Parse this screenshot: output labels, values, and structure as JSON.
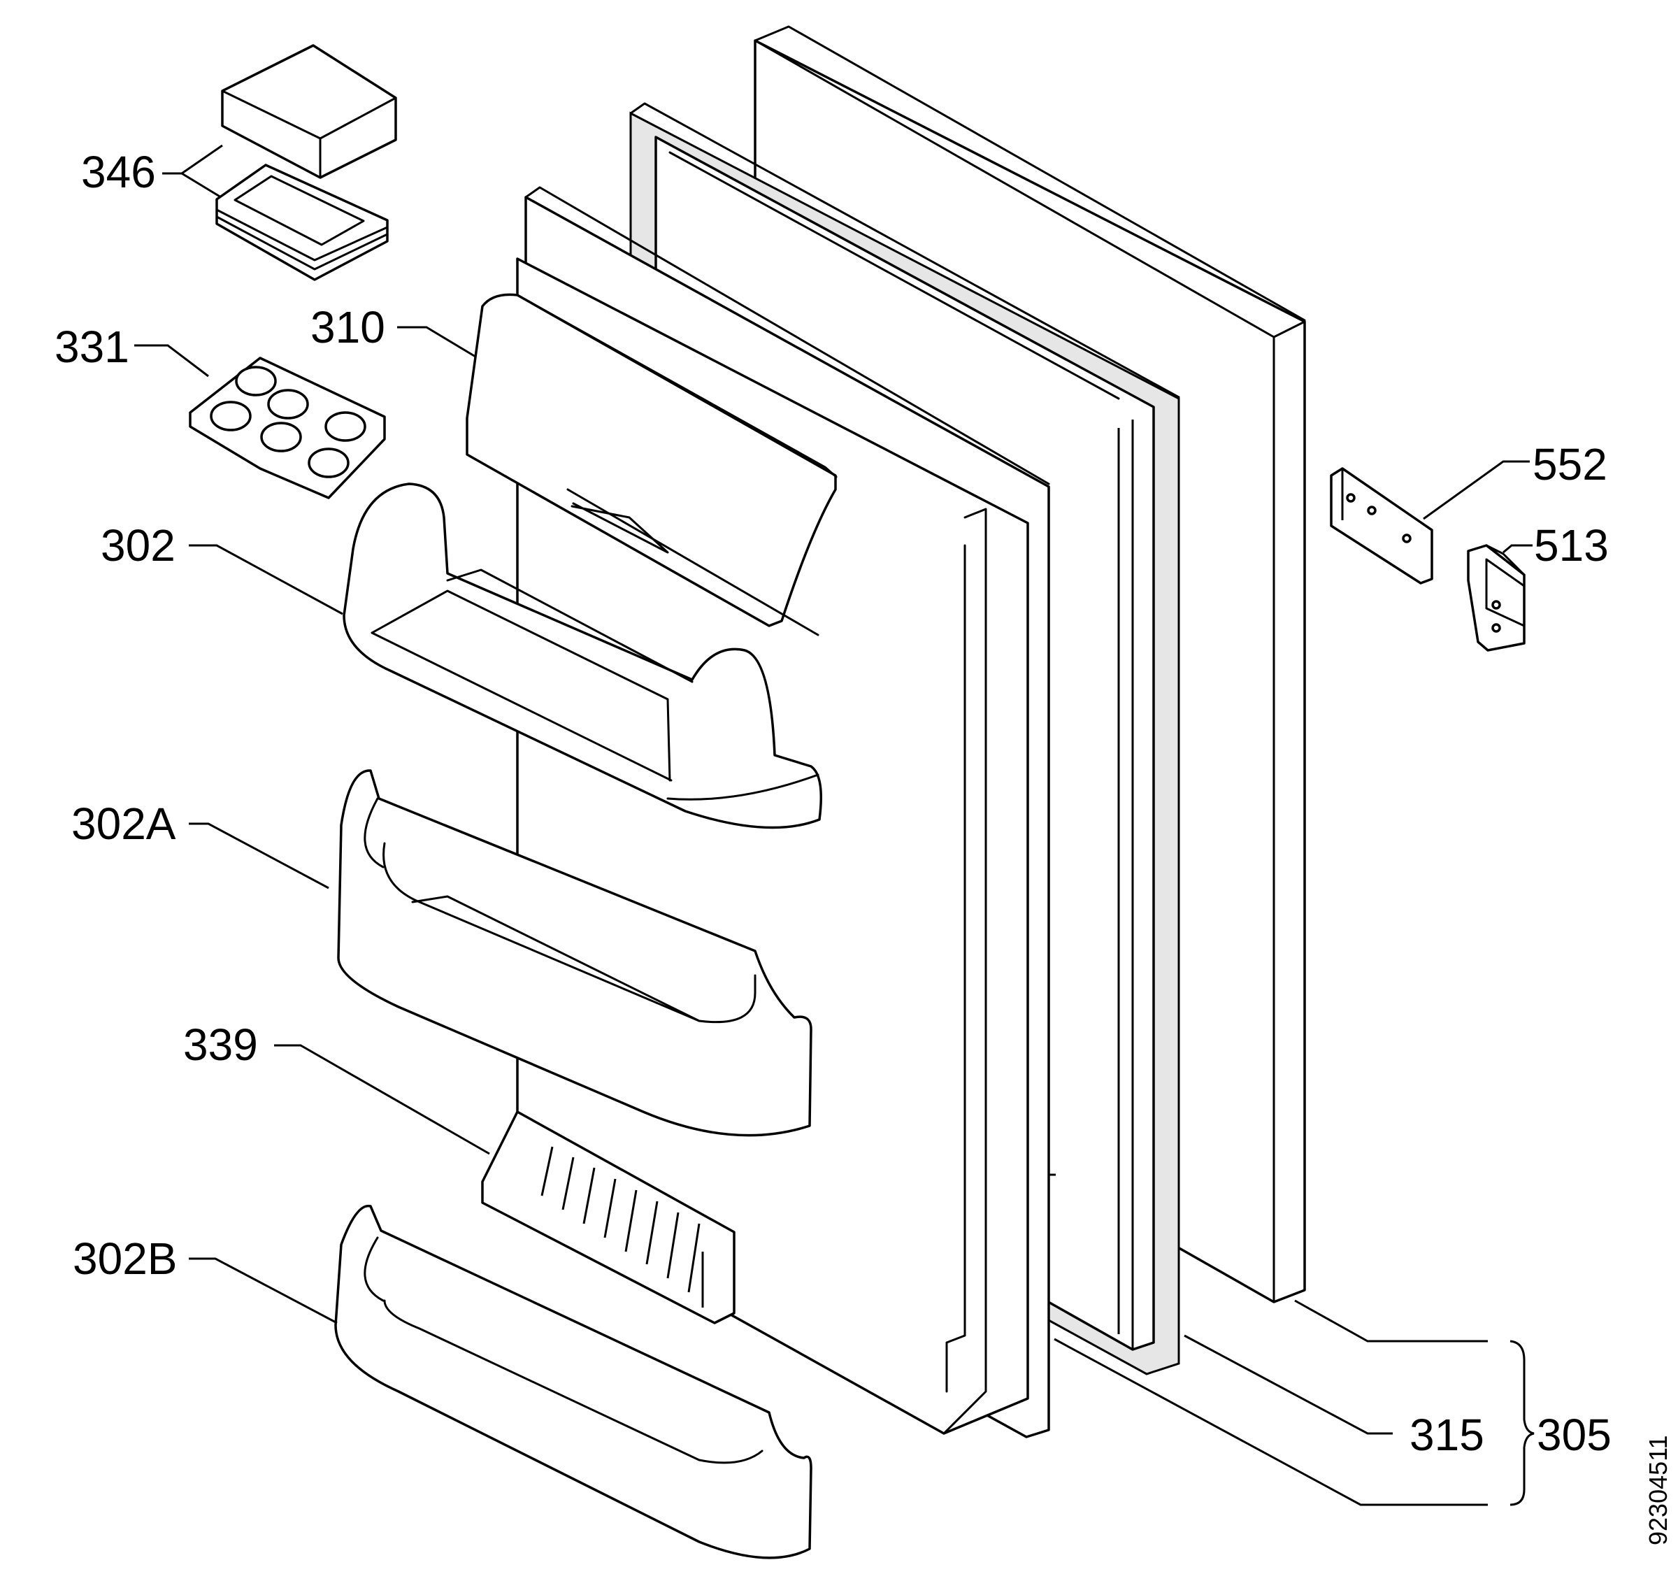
{
  "labels": {
    "l346": "346",
    "l331": "331",
    "l310": "310",
    "l302": "302",
    "l302A": "302A",
    "l339": "339",
    "l302B": "302B",
    "l552": "552",
    "l513": "513",
    "l315": "315",
    "l305": "305"
  },
  "reference_number": "92304511"
}
